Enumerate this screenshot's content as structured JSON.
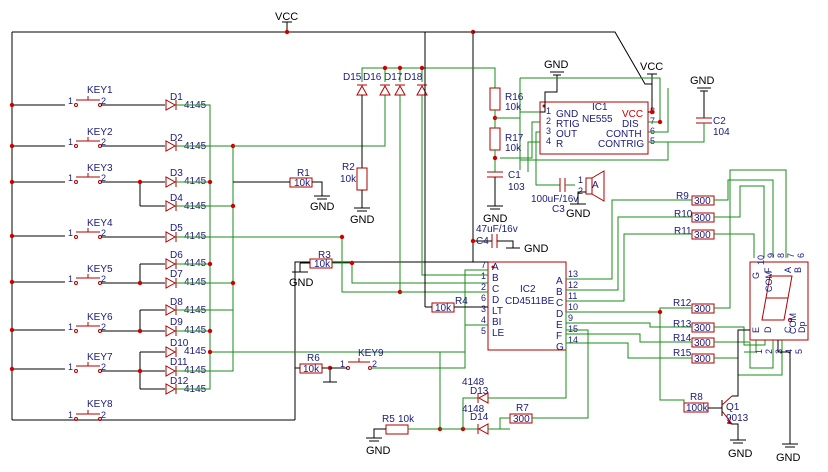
{
  "power": {
    "vcc": "VCC",
    "gnd": "GND"
  },
  "keys": [
    "KEY1",
    "KEY2",
    "KEY3",
    "KEY4",
    "KEY5",
    "KEY6",
    "KEY7",
    "KEY8",
    "KEY9"
  ],
  "key_pins": {
    "a": "1",
    "b": "2"
  },
  "diodes": {
    "d1": "D1",
    "d2": "D2",
    "d3": "D3",
    "d4": "D4",
    "d5": "D5",
    "d6": "D6",
    "d7": "D7",
    "d8": "D8",
    "d9": "D9",
    "d10": "D10",
    "d11": "D11",
    "d12": "D12",
    "d13": "D13",
    "d14": "D14",
    "d15": "D15",
    "d16": "D16",
    "d17": "D17",
    "d18": "D18",
    "part": "4145",
    "part2": "4148"
  },
  "resistors": {
    "r1": "R1",
    "r1v": "10k",
    "r2": "R2",
    "r2v": "10k",
    "r3": "R3",
    "r3v": "10k",
    "r4": "R4",
    "r4v": "10k",
    "r5": "R5",
    "r5v": "10k",
    "r6": "R6",
    "r6v": "10k",
    "r7": "R7",
    "r7v": "300",
    "r8": "R8",
    "r8v": "100k",
    "r9": "R9",
    "r10": "R10",
    "r11": "R11",
    "r12": "R12",
    "r13": "R13",
    "r14": "R14",
    "r15": "R15",
    "r300": "300",
    "r16": "R16",
    "r16v": "10k",
    "r17": "R17",
    "r17v": "10k"
  },
  "caps": {
    "c1": "C1",
    "c1v": "103",
    "c2": "C2",
    "c2v": "104",
    "c3": "C3",
    "c3v": "100uF/16v",
    "c4": "C4",
    "c4v": "47uF/16v"
  },
  "ic1": {
    "ref": "IC1",
    "name": "NE555",
    "gnd": "GND",
    "rtig": "RTIG",
    "out": "OUT",
    "r": "R",
    "vcc": "VCC",
    "dis": "DIS",
    "conth": "CONTH",
    "contrig": "CONTRIG",
    "p1": "1",
    "p2": "2",
    "p3": "3",
    "p4": "4",
    "p5": "5",
    "p6": "6",
    "p7": "7",
    "p8": "8"
  },
  "ic2": {
    "ref": "IC2",
    "name": "CD4511BE",
    "in": [
      "A",
      "B",
      "C",
      "D",
      "LT",
      "BI",
      "LE"
    ],
    "in_pins": [
      "7",
      "1",
      "2",
      "6",
      "3",
      "4",
      "5"
    ],
    "out": [
      "A",
      "B",
      "C",
      "D",
      "E",
      "F",
      "G"
    ],
    "out_pins": [
      "13",
      "12",
      "11",
      "10",
      "9",
      "15",
      "14"
    ]
  },
  "q1": {
    "ref": "Q1",
    "part": "9013"
  },
  "speaker": {
    "label": "A",
    "p1": "1",
    "p2": "2"
  },
  "display": {
    "top": [
      "G",
      "F",
      "A",
      "B"
    ],
    "top_pins": [
      "10",
      "9",
      "7",
      "6"
    ],
    "bottom": [
      "E",
      "D",
      "C",
      "Dp"
    ],
    "bottom_pins": [
      "1",
      "2",
      "4",
      "5"
    ],
    "com": "COM",
    "com_pin_top": "8",
    "com_pin_bot": "3"
  }
}
